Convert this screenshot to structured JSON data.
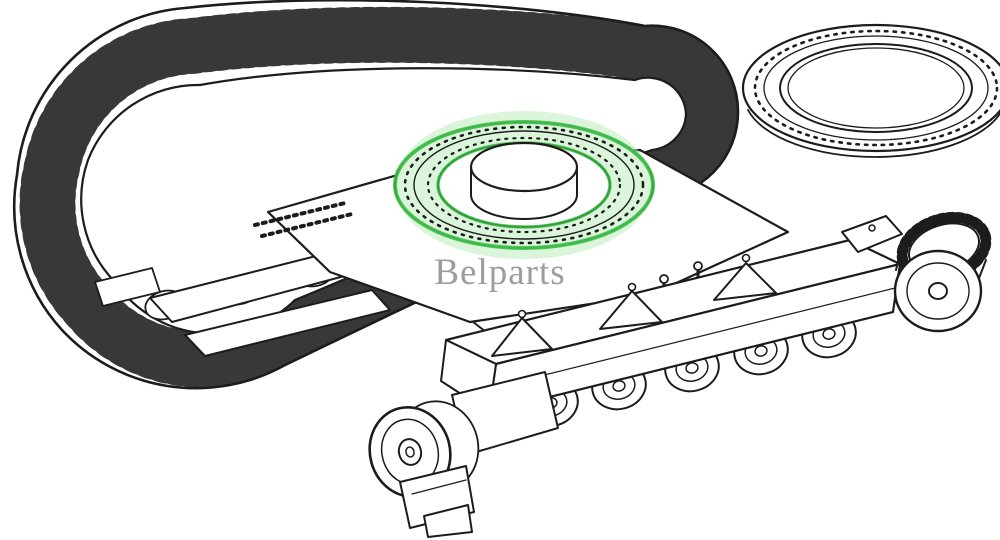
{
  "diagram": {
    "watermark": "Belparts",
    "background_color": "#ffffff",
    "line_color": "#1c1c1c",
    "watermark_color": "#8d8d8d",
    "highlight_color": "#3bbf45",
    "highlight_glow_color": "#b5ecb6",
    "parts": {
      "track": "crawler-track",
      "frame": "undercarriage-frame",
      "slewing_ring_installed": "slewing-ring-bearing-highlighted",
      "slewing_ring_spare": "slewing-ring-bearing-loose",
      "roller_frame": "track-roller-frame",
      "sprocket": "drive-sprocket",
      "idler": "front-idler-wheel",
      "rollers": "track-rollers"
    }
  }
}
